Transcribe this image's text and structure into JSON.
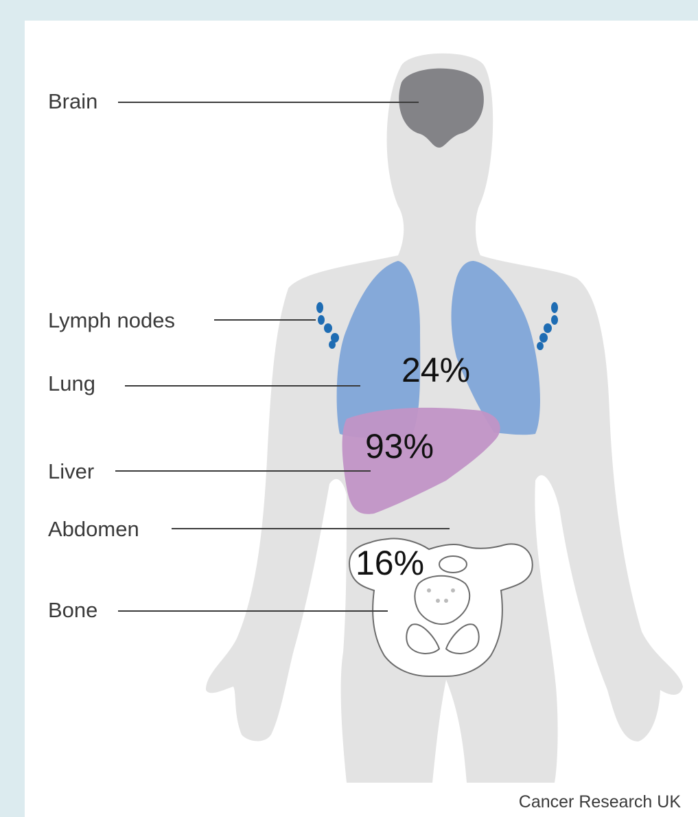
{
  "labels": {
    "brain": "Brain",
    "lymph_nodes": "Lymph nodes",
    "lung": "Lung",
    "liver": "Liver",
    "abdomen": "Abdomen",
    "bone": "Bone"
  },
  "percentages": {
    "lung": "24%",
    "liver": "93%",
    "bone": "16%"
  },
  "credit": "Cancer Research UK",
  "colors": {
    "background": "#dcebef",
    "body_silhouette": "#e3e3e3",
    "brain": "#838387",
    "lungs": "#85a9d9",
    "liver": "#c193c6",
    "lymph_nodes": "#1e6cb3",
    "pelvis_outline": "#6b6b6b"
  }
}
